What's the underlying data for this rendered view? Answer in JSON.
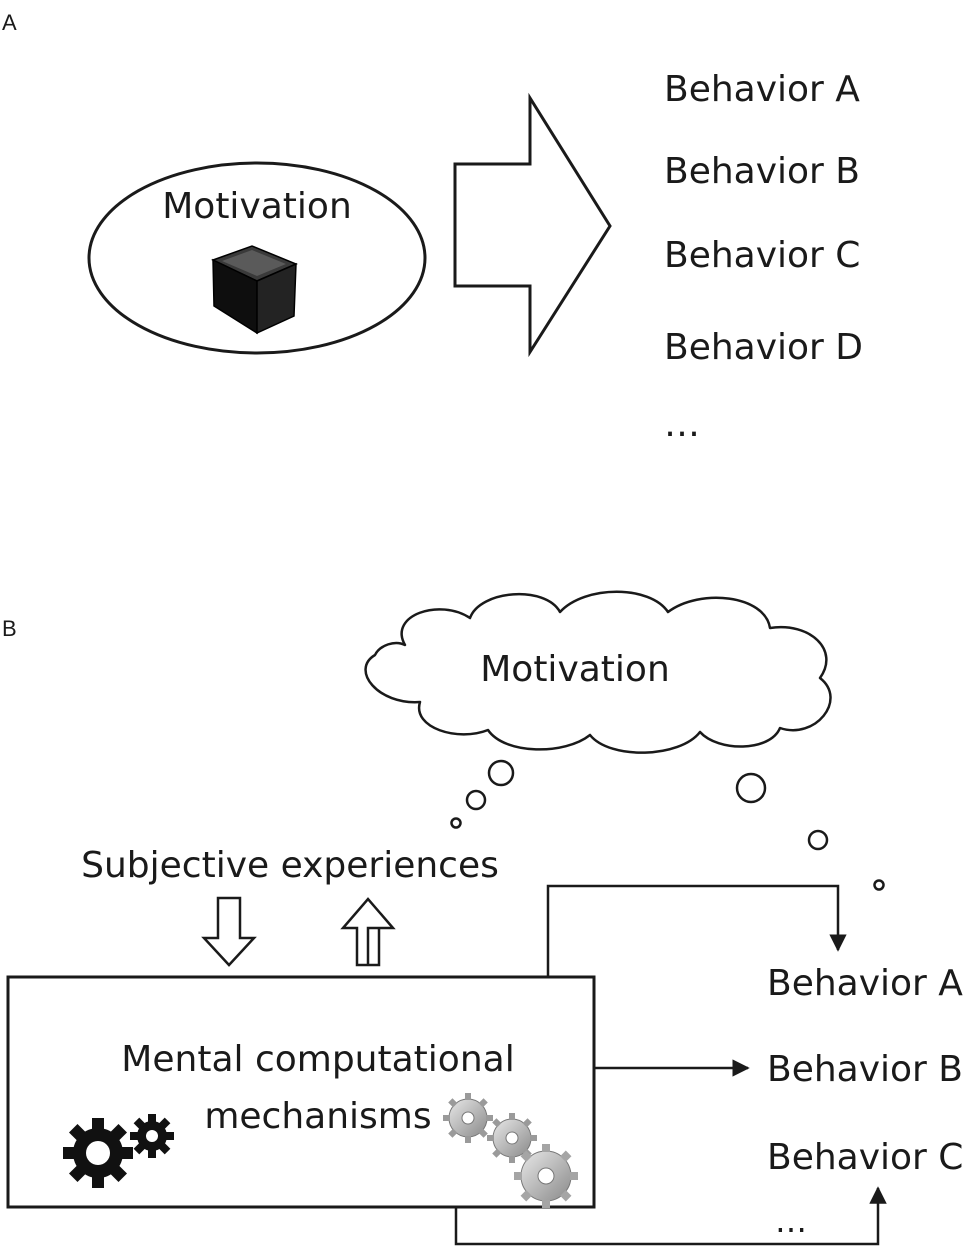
{
  "panel_a": {
    "panel_letter": "A",
    "motivation_label": "Motivation",
    "behaviors": [
      "Behavior A",
      "Behavior B",
      "Behavior C",
      "Behavior D"
    ],
    "ellipsis": "…",
    "icons": {
      "black_box": "black-box-cube-icon",
      "arrow": "large-right-arrow"
    }
  },
  "panel_b": {
    "panel_letter": "B",
    "cloud_label": "Motivation",
    "subjective_label": "Subjective experiences",
    "mechanism_line1": "Mental computational",
    "mechanism_line2": "mechanisms",
    "behaviors": [
      "Behavior A",
      "Behavior B",
      "Behavior C"
    ],
    "ellipsis": "…",
    "icons": {
      "gears_black": "black-gears-icon",
      "gears_grey": "grey-gears-icon",
      "cloud": "thought-cloud"
    }
  }
}
